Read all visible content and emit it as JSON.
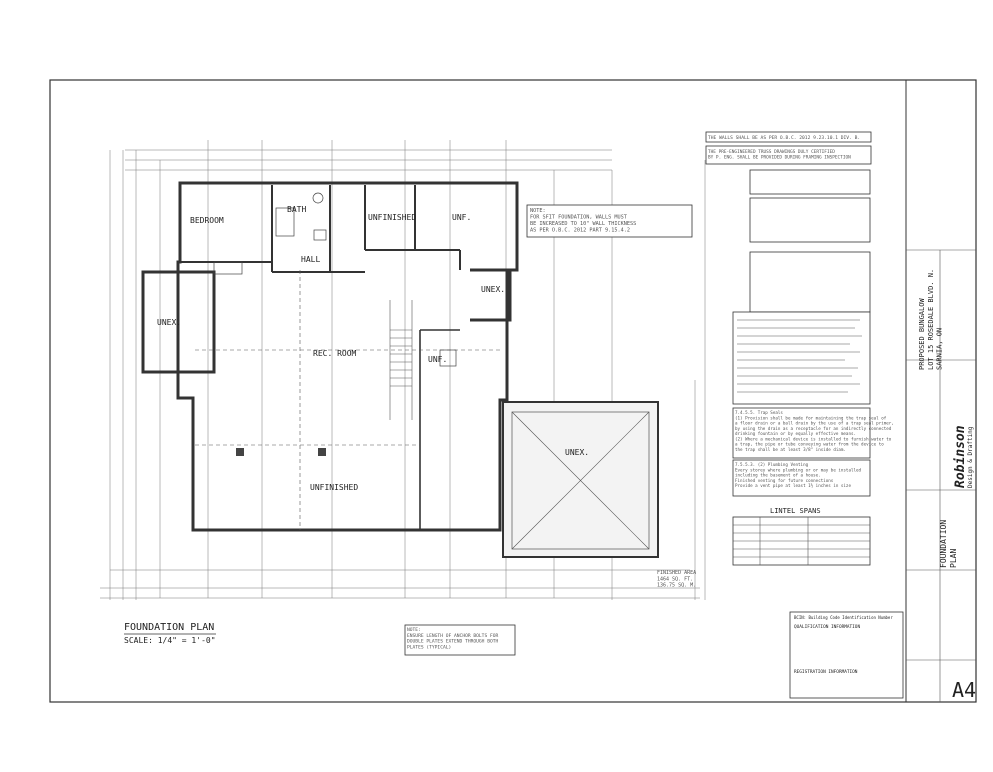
{
  "rooms": {
    "bedroom": "BEDROOM",
    "bath": "BATH",
    "unfinished_top": "UNFINISHED",
    "unf_top": "UNF.",
    "hall": "HALL",
    "unex_left": "UNEX.",
    "unex_right": "UNEX.",
    "rec_room": "REC. ROOM",
    "unf_mid": "UNF.",
    "unex_garage": "UNEX.",
    "unfinished_bottom": "UNFINISHED"
  },
  "plan_title": {
    "title": "FOUNDATION PLAN",
    "scale": "SCALE: 1/4\" = 1'-0\""
  },
  "notes": {
    "sfi_note": "NOTE:\nFOR SFIT FOUNDATION, WALLS MUST\nBE INCREASED TO 10\" WALL THICKNESS\nAS PER O.B.C. 2012 PART 9.15.4.2",
    "walls_note": "THE WALLS SHALL BE AS PER O.B.C. 2012 9.23.10.1 DIV. B.",
    "truss_note": "THE PRE-ENGINEERED TRUSS DRAWINGS DULY CERTIFIED\nBY P. ENG. SHALL BE PROVIDED DURING FRAMING INSPECTION",
    "anchor_note": "NOTE:\nENSURE LENGTH OF ANCHOR BOLTS FOR\nDOUBLE PLATES EXTEND THROUGH BOTH\nPLATES (TYPICAL)",
    "trap_seals": "7.4.5.5. Trap Seals\n(1) Provision shall be made for maintaining the trap seal of\na floor drain or a ball drain by the use of a trap seal primer,\nby using the drain as a receptacle for an indirectly connected\ndrinking fountain or by equally effective means.\n(2) Where a mechanical device is installed to furnish water to\na trap, the pipe or tube conveying water from the device to\nthe trap shall be at least 3/8\" inside diam.",
    "plumbing_venting": "7.5.5.3. (2) Plumbing Venting\nEvery storey where plumbing or or may be installed\nincluding the basement of a house.\nFinished venting for future connections\nProvide a vent pipe at least 1½ inches in size",
    "finished_area": "FINISHED AREA\n1464 SQ. FT.\n136.75 SQ. M."
  },
  "lintel": {
    "title": "LINTEL SPANS"
  },
  "title_block": {
    "firm_name": "Robinson",
    "firm_sub": "Design & Drafting",
    "project": "PROPOSED BUNGALOW\nLOT 15 ROSEDALE BLVD. N.\nSARNIA, ON",
    "sheet_title": "FOUNDATION\nPLAN",
    "sheet_number": "A4",
    "bcin_title": "BCIN: Building Code Identification Number",
    "qual_title": "QUALIFICATION INFORMATION",
    "reg_title": "REGISTRATION INFORMATION"
  }
}
